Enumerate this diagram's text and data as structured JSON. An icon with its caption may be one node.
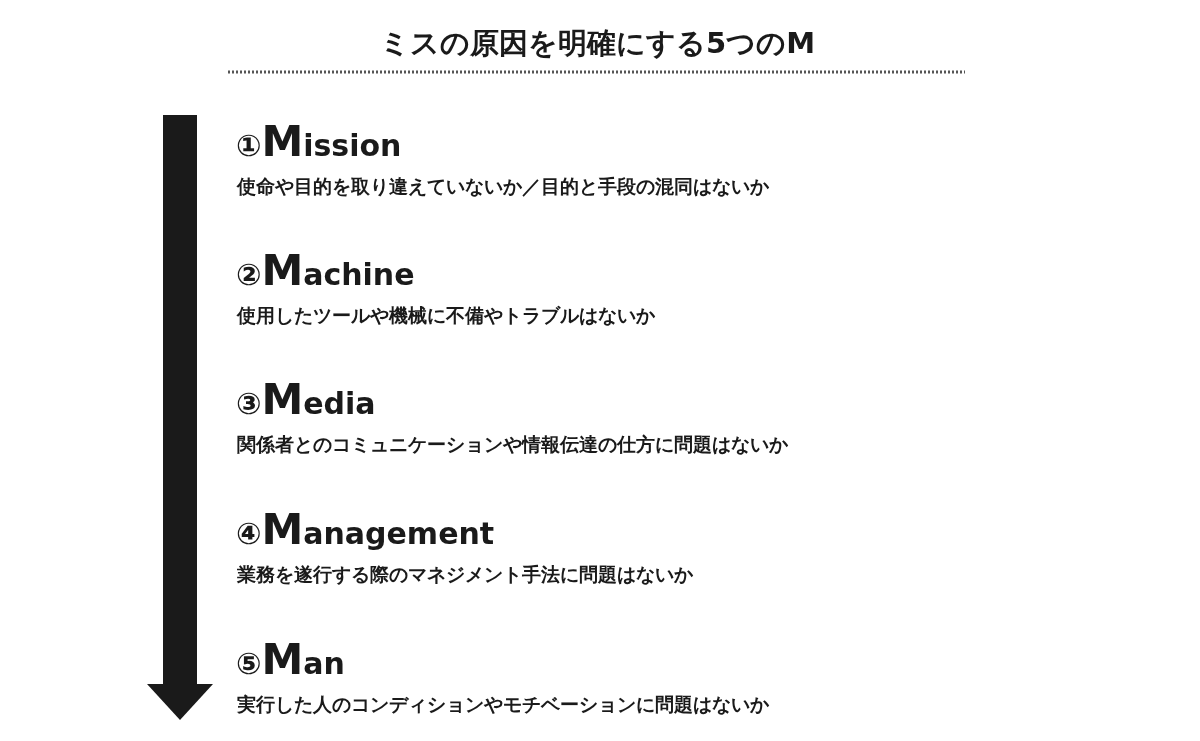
{
  "diagram": {
    "title": "ミスの原因を明確にする5つのM",
    "labels": [
      "①**M**ission",
      "使命や目的を取り違えていないか／目的と手段の混同はないか",
      "②**M**achine",
      "使用したツールや機械に不備やトラブルはないか",
      "③**M**edia",
      "関係者とのコミュニケーションや情報伝達の仕方に問題はないか",
      "④**M**anagement",
      "業務を遂行する際のマネジメント手法に問題はないか",
      "⑤**M**an",
      "実行した人のコンディションやモチベーションに問題はないか"
    ]
  }
}
